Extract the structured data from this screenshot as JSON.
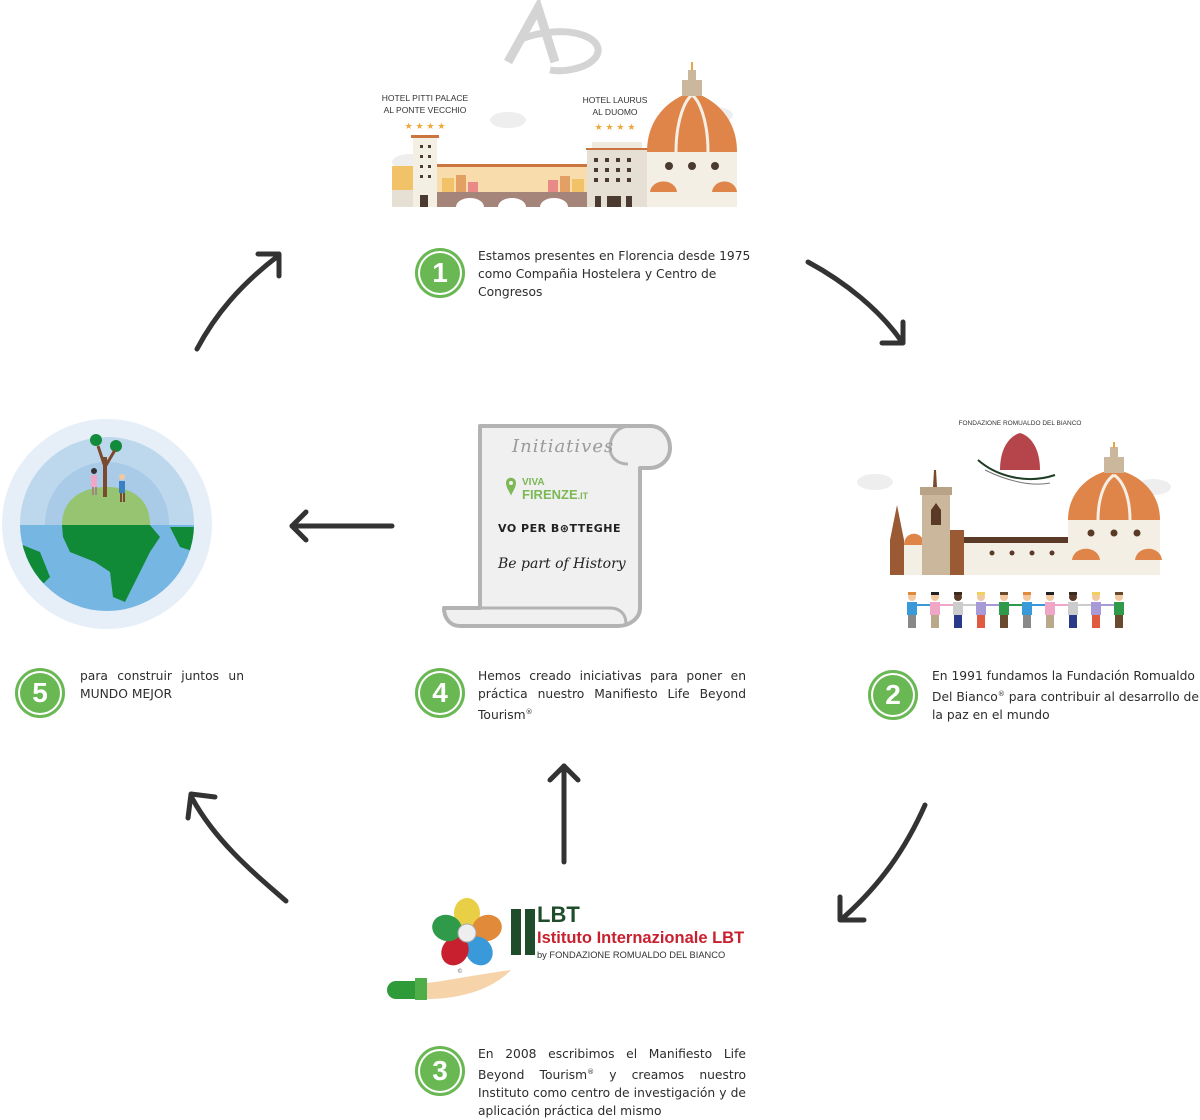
{
  "colors": {
    "accent_green": "#6ab854",
    "arrow": "#333333",
    "text": "#2d2d2d",
    "dome_orange": "#e0854a",
    "lbt_red": "#c8202f",
    "lbt_green": "#1f4d2b"
  },
  "top_illustration": {
    "logo": "AD",
    "hotel_left_name": "HOTEL PITTI PALACE",
    "hotel_left_location": "AL PONTE VECCHIO",
    "hotel_left_stars": "★ ★ ★ ★",
    "hotel_right_name": "HOTEL LAURUS",
    "hotel_right_location": "AL DUOMO",
    "hotel_right_stars": "★ ★ ★ ★"
  },
  "right_illustration": {
    "foundation_logo_text": "FONDAZIONE ROMUALDO DEL BIANCO"
  },
  "scroll": {
    "title": "Initiatives",
    "item_1_top": "VIVA",
    "item_1_bottom": "FIRENZE",
    "item_1_suffix": ".IT",
    "item_2": "VO PER B⊛TTEGHE",
    "item_3": "Be part of History"
  },
  "lbt_logo": {
    "short": "LBT",
    "name": "Istituto Internazionale LBT",
    "by": "by FONDAZIONE ROMUALDO DEL BIANCO",
    "copyright": "©"
  },
  "steps": [
    {
      "number": "1",
      "text": "Estamos presentes en Florencia desde 1975 como Compañia Hostelera y Centro de Congresos"
    },
    {
      "number": "2",
      "text_a": "En 1991 fundamos la Fundación Romualdo Del Bianco",
      "reg": "®",
      "text_b": " para contribuir al desarrollo de la paz en el mundo"
    },
    {
      "number": "3",
      "text_a": "En 2008 escribimos el Manifiesto Life Beyond Tourism",
      "reg": "®",
      "text_b": " y creamos nuestro Instituto como centro de investigación y de aplicación práctica del mismo"
    },
    {
      "number": "4",
      "text_a": "Hemos creado iniciativas para poner en práctica nuestro Manifiesto Life Beyond Tourism",
      "reg": "®",
      "text_b": ""
    },
    {
      "number": "5",
      "text": "para construir juntos un MUNDO MEJOR"
    }
  ],
  "arrows": [
    {
      "from": "1",
      "to": "2",
      "direction": "down-right"
    },
    {
      "from": "2",
      "to": "3",
      "direction": "down-left"
    },
    {
      "from": "3",
      "to": "4",
      "direction": "up"
    },
    {
      "from": "4",
      "to": "5",
      "direction": "left"
    },
    {
      "from": "3",
      "to": "5",
      "direction": "up-left"
    },
    {
      "from": "5",
      "to": "1",
      "direction": "up-right"
    }
  ]
}
